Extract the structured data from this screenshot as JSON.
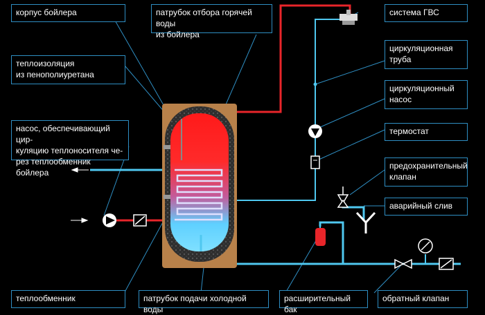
{
  "colors": {
    "background": "#000000",
    "label_border": "#2f8fc4",
    "hot_pipe": "#e8252a",
    "cold_pipe": "#4fc8f0",
    "boiler_casing": "#b8814a",
    "insulation": "#3a3a3a"
  },
  "labels": {
    "boiler_casing": "корпус бойлера",
    "hot_water_outlet": "патрубок отбора горячей воды\nиз бойлера",
    "dhw_system": "система ГВС",
    "insulation": "теплоизоляция\nиз пенополиуретана",
    "circulation_pipe": "циркуляционная\nтруба",
    "circulation_pump": "циркуляционный\nнасос",
    "heat_pump_text": "насос, обеспечивающий цир-\nкуляцию теплоносителя че-\nрез теплообменник бойлера",
    "thermostat": "термостат",
    "safety_valve": "предохранительный\nклапан",
    "emergency_drain": "аварийный слив",
    "heat_exchanger": "теплообменник",
    "cold_water_inlet": "патрубок подачи холодной воды",
    "expansion_tank": "расширительный бак",
    "check_valve": "обратный клапан"
  },
  "icons": [
    "faucet-icon",
    "pump-icon",
    "check-valve-icon",
    "safety-valve-icon",
    "pressure-gauge-icon",
    "expansion-tank-icon",
    "thermostat-icon",
    "arrow-icon"
  ]
}
